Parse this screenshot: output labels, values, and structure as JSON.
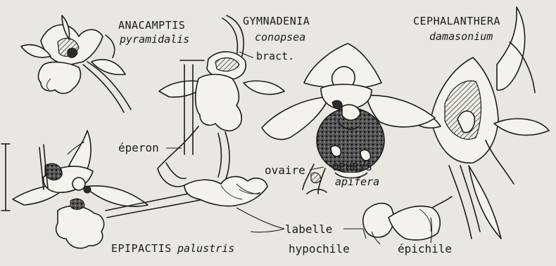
{
  "labels": {
    "anacamptis_genus": "ANACAMPTIS",
    "anacamptis_species": "pyramidalis",
    "gymnadenia_genus": "GYMNADENIA",
    "gymnadenia_species": "conopsea",
    "bract": "bract.",
    "cephalanthera_genus": "CEPHALANTHERA",
    "cephalanthera_species": "damasonium",
    "eperon": "éperon",
    "ovaire": "ovaire",
    "ophrys_genus": "OPHRYS",
    "ophrys_species": "apifera",
    "labelle": "labelle",
    "epipactis_genus": "EPIPACTIS",
    "epipactis_species": "palustris",
    "hypochile": "hypochile",
    "epichile": "épichile"
  },
  "colors": {
    "paper": "#e9e7e1",
    "ink": "#1c1c1c"
  }
}
